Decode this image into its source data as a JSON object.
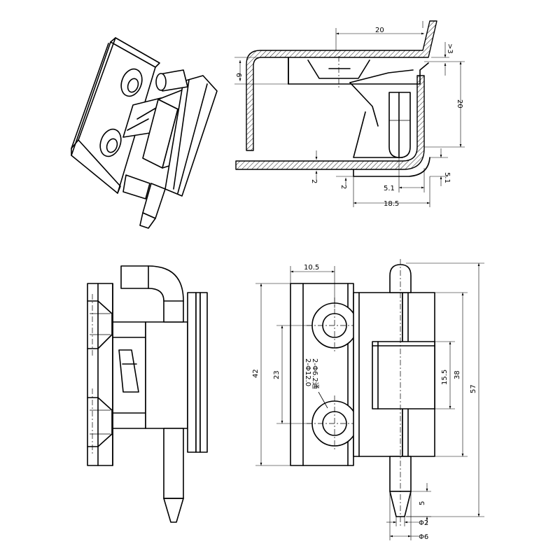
{
  "dimensions": {
    "section_width_top": "20",
    "section_gap": ">3",
    "section_lip": "6",
    "section_height": "20",
    "section_sheet_left": "2",
    "section_sheet_right": "2",
    "section_offset": "5.1",
    "section_offset_v": "5.1",
    "section_overall": "18.5",
    "front_leaf_width": "10.5",
    "front_hole_pitch": "23",
    "front_leaf_height": "42",
    "front_hole_callout_1": "2-Φ6.2通",
    "front_hole_callout_2": "2-Φ12.0",
    "front_knuckle_height": "15.5",
    "front_body_height": "38",
    "front_total_height": "57",
    "front_tip_length": "5",
    "front_tip_diameter": "Φ2",
    "front_pin_diameter": "Φ6"
  }
}
